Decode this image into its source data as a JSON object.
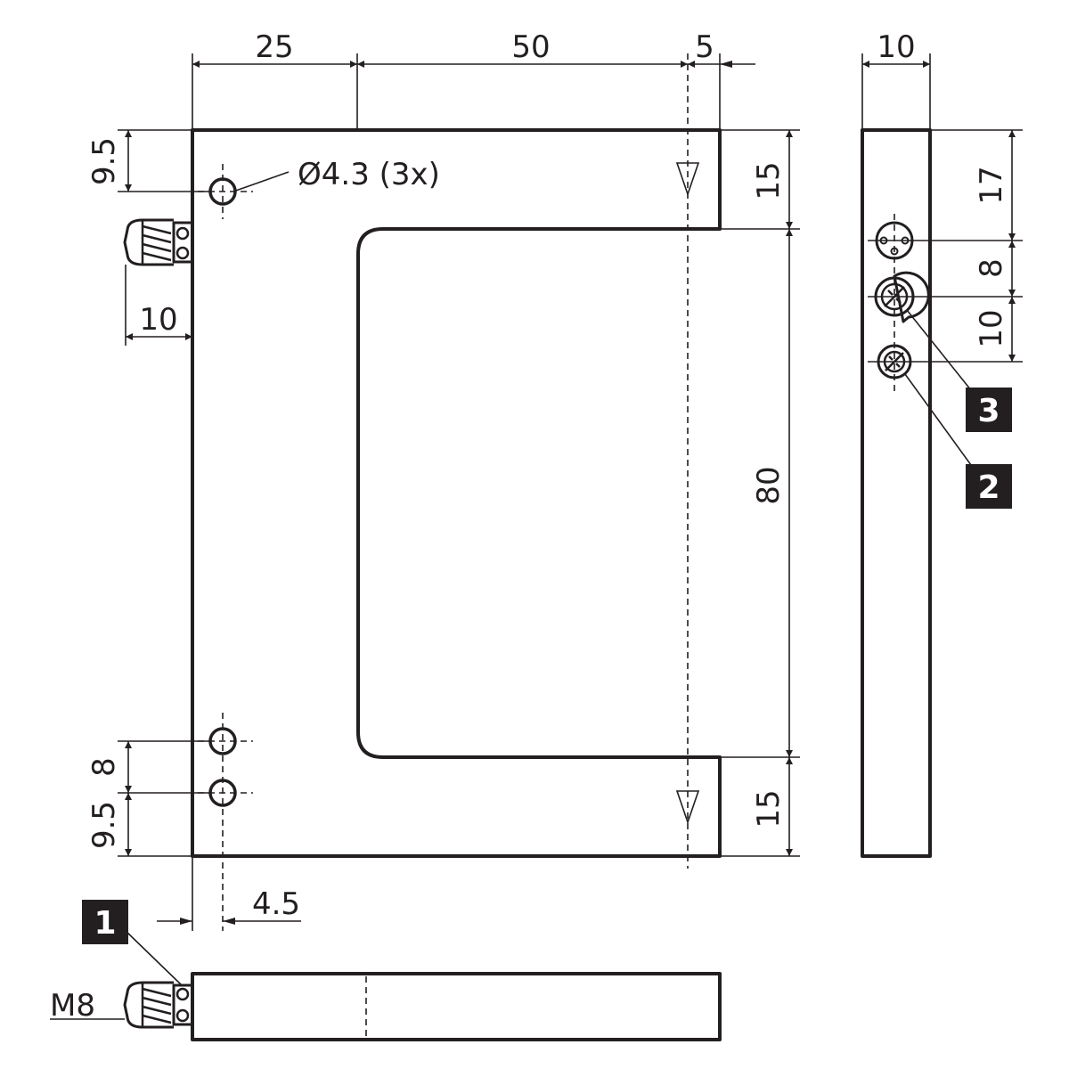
{
  "dimensions": {
    "top_25": "25",
    "top_50": "50",
    "top_5": "5",
    "side_width_10": "10",
    "left_9_5_top": "9.5",
    "hole_note": "Ø4.3 (3x)",
    "connector_10": "10",
    "left_8": "8",
    "left_9_5_bottom": "9.5",
    "bottom_4_5": "4.5",
    "right_15_top": "15",
    "right_80": "80",
    "right_15_bottom": "15",
    "side_17": "17",
    "side_8": "8",
    "side_10": "10",
    "thread": "M8"
  },
  "callouts": {
    "one": "1",
    "two": "2",
    "three": "3"
  }
}
